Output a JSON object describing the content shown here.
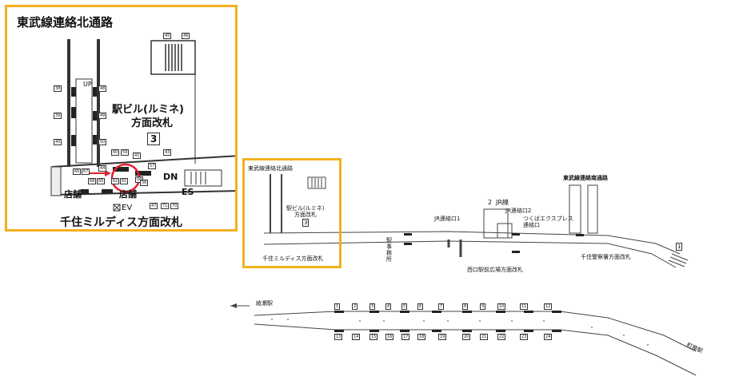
{
  "inset": {
    "title": "東武線連絡北通路",
    "lumine_gate_1": "駅ビル(ルミネ)",
    "lumine_gate_2": "方面改札",
    "mildis_gate": "千住ミルディス方面改札",
    "shop_1": "店舗",
    "shop_2": "店舗",
    "ev": "EV",
    "es": "ES",
    "dn": "DN",
    "up": "UP",
    "platform_no": "3",
    "exit_numbers": [
      "45",
      "46",
      "38",
      "48",
      "39",
      "49",
      "40",
      "50",
      "60",
      "59",
      "41",
      "43",
      "44",
      "58",
      "57",
      "66",
      "67",
      "56",
      "68",
      "65",
      "62",
      "61",
      "47",
      "71",
      "70"
    ]
  },
  "overview": {
    "north_passage": "東武線連絡北通路",
    "south_passage": "東武線連絡南通路",
    "jr_line": "JR線",
    "jr_line_no": "2",
    "jr_transfer_1": "JR連絡口1",
    "jr_transfer_2": "JR連絡口2",
    "tsukuba_1": "つくばエクスプレス",
    "tsukuba_2": "連絡口",
    "office": "駅事務所",
    "lumine_gate_1": "駅ビル(ルミネ)",
    "lumine_gate_2": "方面改札",
    "mildis_gate": "千住ミルディス方面改札",
    "west_exit_gate": "西口駅前広場方面改札",
    "keisatsusho_gate": "千住警察署方面改札",
    "platform_no": "3",
    "platform_no_right": "1"
  },
  "lower_platform": {
    "ayase": "綾瀬駅",
    "machiya": "町屋駅",
    "upper_numbers": [
      "1",
      "2",
      "3",
      "4",
      "5",
      "6",
      "7",
      "8",
      "9",
      "10",
      "11",
      "12"
    ],
    "lower_numbers": [
      "13",
      "14",
      "15",
      "16",
      "17",
      "18",
      "19",
      "20",
      "21",
      "22",
      "23",
      "24"
    ]
  },
  "colors": {
    "highlight": "#f2b01e",
    "arrow": "#e0202a"
  }
}
